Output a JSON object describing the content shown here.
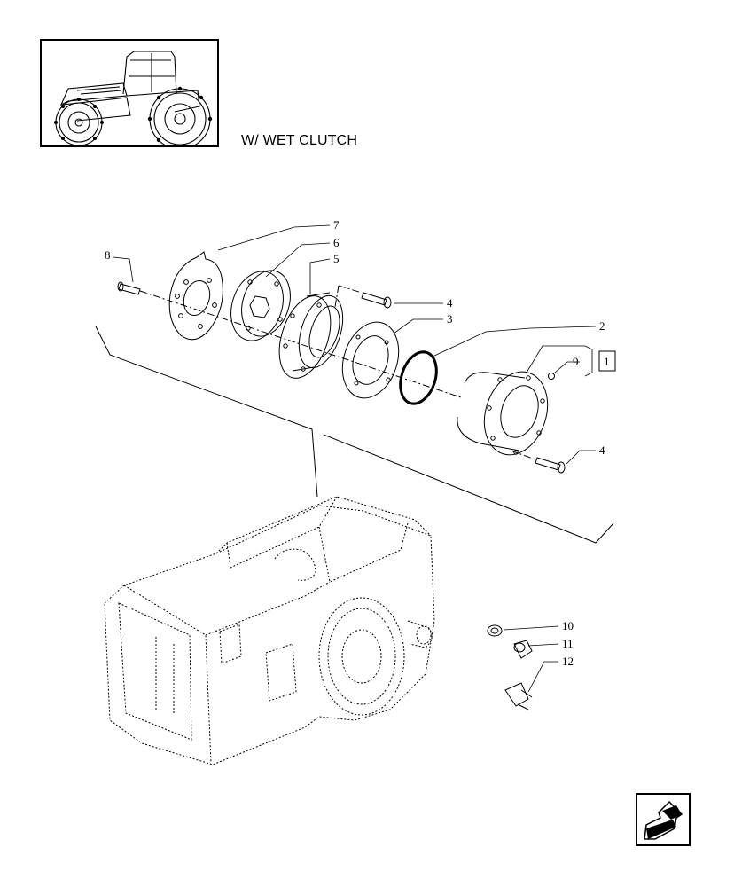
{
  "caption": "W/ WET CLUTCH",
  "callouts": {
    "c7": "7",
    "c6": "6",
    "c5": "5",
    "c8": "8",
    "c4a": "4",
    "c3": "3",
    "c2": "2",
    "c9": "9",
    "c1": "1",
    "c4b": "4",
    "c10": "10",
    "c11": "11",
    "c12": "12"
  },
  "icons": {
    "thumbnail": "tractor-thumbnail-icon",
    "nav": "prev-page-arrow-icon"
  }
}
